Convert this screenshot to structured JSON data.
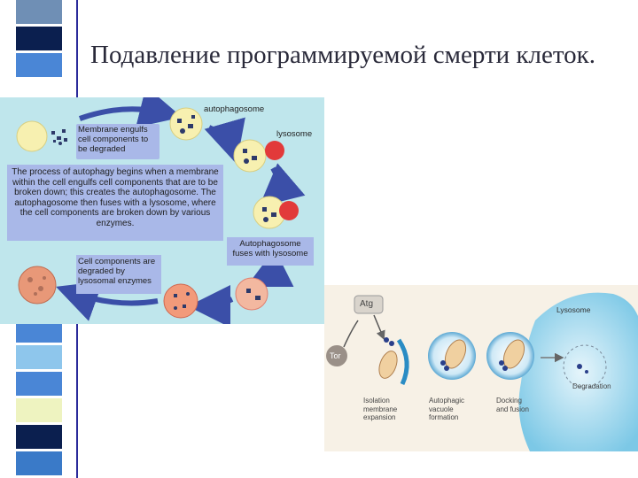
{
  "slide": {
    "title": "Подавление программируемой смерти клеток."
  },
  "stripe_colors": [
    "#6f8fb5",
    "#0b1f4f",
    "#4a86d6",
    "#ffffff",
    "#0b1f4f",
    "#eef3c0",
    "#4a86d6",
    "#9bd0f0",
    "#ffffff",
    "#0b1f4f",
    "#dde2b8",
    "#0b1f4f",
    "#4a86d6",
    "#8ec6ec",
    "#4a86d6",
    "#eef3c0",
    "#0b1f4f",
    "#3a7ac8"
  ],
  "autophagy_diagram": {
    "label_autophagosome": "autophagosome",
    "label_lysosome": "lysosome",
    "box_membrane": "Membrane engulfs cell components to be degraded",
    "box_description": "The process of autophagy begins when a membrane within the cell engulfs cell components that are to be broken down; this creates the autophagosome. The autophagosome then fuses with a lysosome, where the cell components are broken down by various enzymes.",
    "box_fuses": "Autophagosome fuses with lysosome",
    "box_degraded": "Cell components are degraded by lysosomal enzymes"
  },
  "pathway_diagram": {
    "label_atg": "Atg",
    "label_tor": "Tor",
    "label_lysosome": "Lysosome",
    "label_isolation": "Isolation membrane expansion",
    "label_vacuole": "Autophagic vacuole formation",
    "label_docking": "Docking and fusion",
    "label_degradation": "Degradation"
  }
}
